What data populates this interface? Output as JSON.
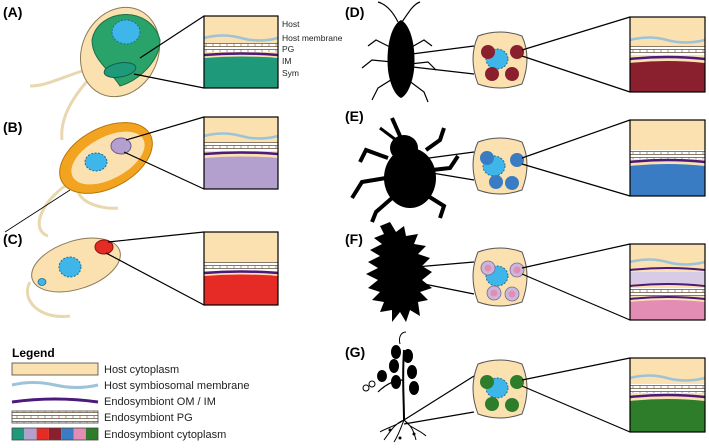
{
  "panels": {
    "a": {
      "label": "(A)"
    },
    "b": {
      "label": "(B)"
    },
    "c": {
      "label": "(C)"
    },
    "d": {
      "label": "(D)"
    },
    "e": {
      "label": "(E)"
    },
    "f": {
      "label": "(F)"
    },
    "g": {
      "label": "(G)"
    }
  },
  "zoom_labels": {
    "host": "Host",
    "host_membrane": "Host membrane",
    "pg": "PG",
    "im": "IM",
    "sym": "Sym"
  },
  "legend": {
    "title": "Legend",
    "items": [
      {
        "label": "Host cytoplasm"
      },
      {
        "label": "Host symbiosomal membrane"
      },
      {
        "label": "Endosymbiont OM / IM"
      },
      {
        "label": "Endosymbiont PG"
      },
      {
        "label": "Endosymbiont cytoplasm"
      }
    ]
  },
  "colors": {
    "host_cytoplasm": "#fbe0b0",
    "host_membrane": "#9cc3d8",
    "endosymbiont_membrane": "#4b1a7a",
    "nucleus": "#3fb6ea",
    "sym_a": "#1e9a7b",
    "sym_b": "#b3a0cf",
    "sym_c": "#e62a25",
    "sym_d": "#8a1f2e",
    "sym_e": "#3a7cc4",
    "sym_f": "#e38db5",
    "sym_g": "#2e7d2a",
    "cell_a": "#2aa36b",
    "cell_b": "#f2a31f"
  }
}
